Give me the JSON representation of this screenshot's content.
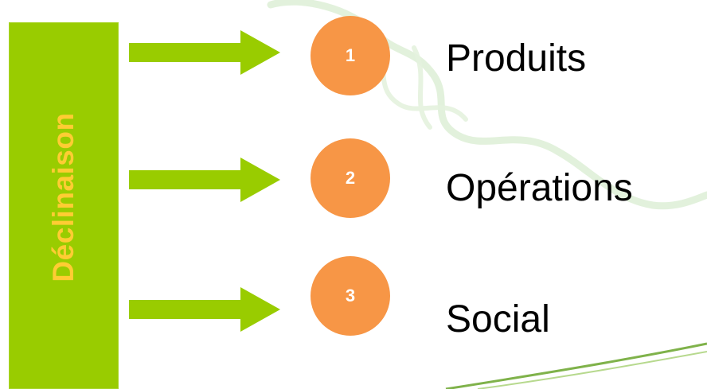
{
  "colors": {
    "bar": "#99cc00",
    "bar_text": "#ffcc33",
    "arrow": "#99cc00",
    "badge": "#f79646",
    "badge_text": "#ffffff",
    "label_text": "#000000",
    "watermark": "#cde6c4",
    "swoosh": "#7fb24a"
  },
  "side_label": "Déclinaison",
  "items": [
    {
      "number": "1",
      "label": "Produits",
      "icon": "arrow-right-icon"
    },
    {
      "number": "2",
      "label": "Opérations",
      "icon": "arrow-right-icon"
    },
    {
      "number": "3",
      "label": "Social",
      "icon": "arrow-right-icon"
    }
  ]
}
